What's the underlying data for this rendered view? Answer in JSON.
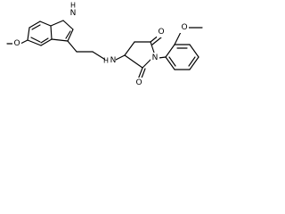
{
  "diagram": {
    "type": "chemical-structure",
    "colors": {
      "background": "#ffffff",
      "bond": "#000000",
      "label": "#000000"
    },
    "atom_labels": {
      "indole_nitrogen": "N",
      "indole_hydrogen": "H",
      "methoxy_oxygen_left": "O",
      "amine_nitrogen": "N",
      "amine_hydrogen": "H",
      "imide_nitrogen": "N",
      "carbonyl_oxygen_top": "O",
      "carbonyl_oxygen_bottom": "O",
      "methoxy_oxygen_right": "O"
    }
  }
}
